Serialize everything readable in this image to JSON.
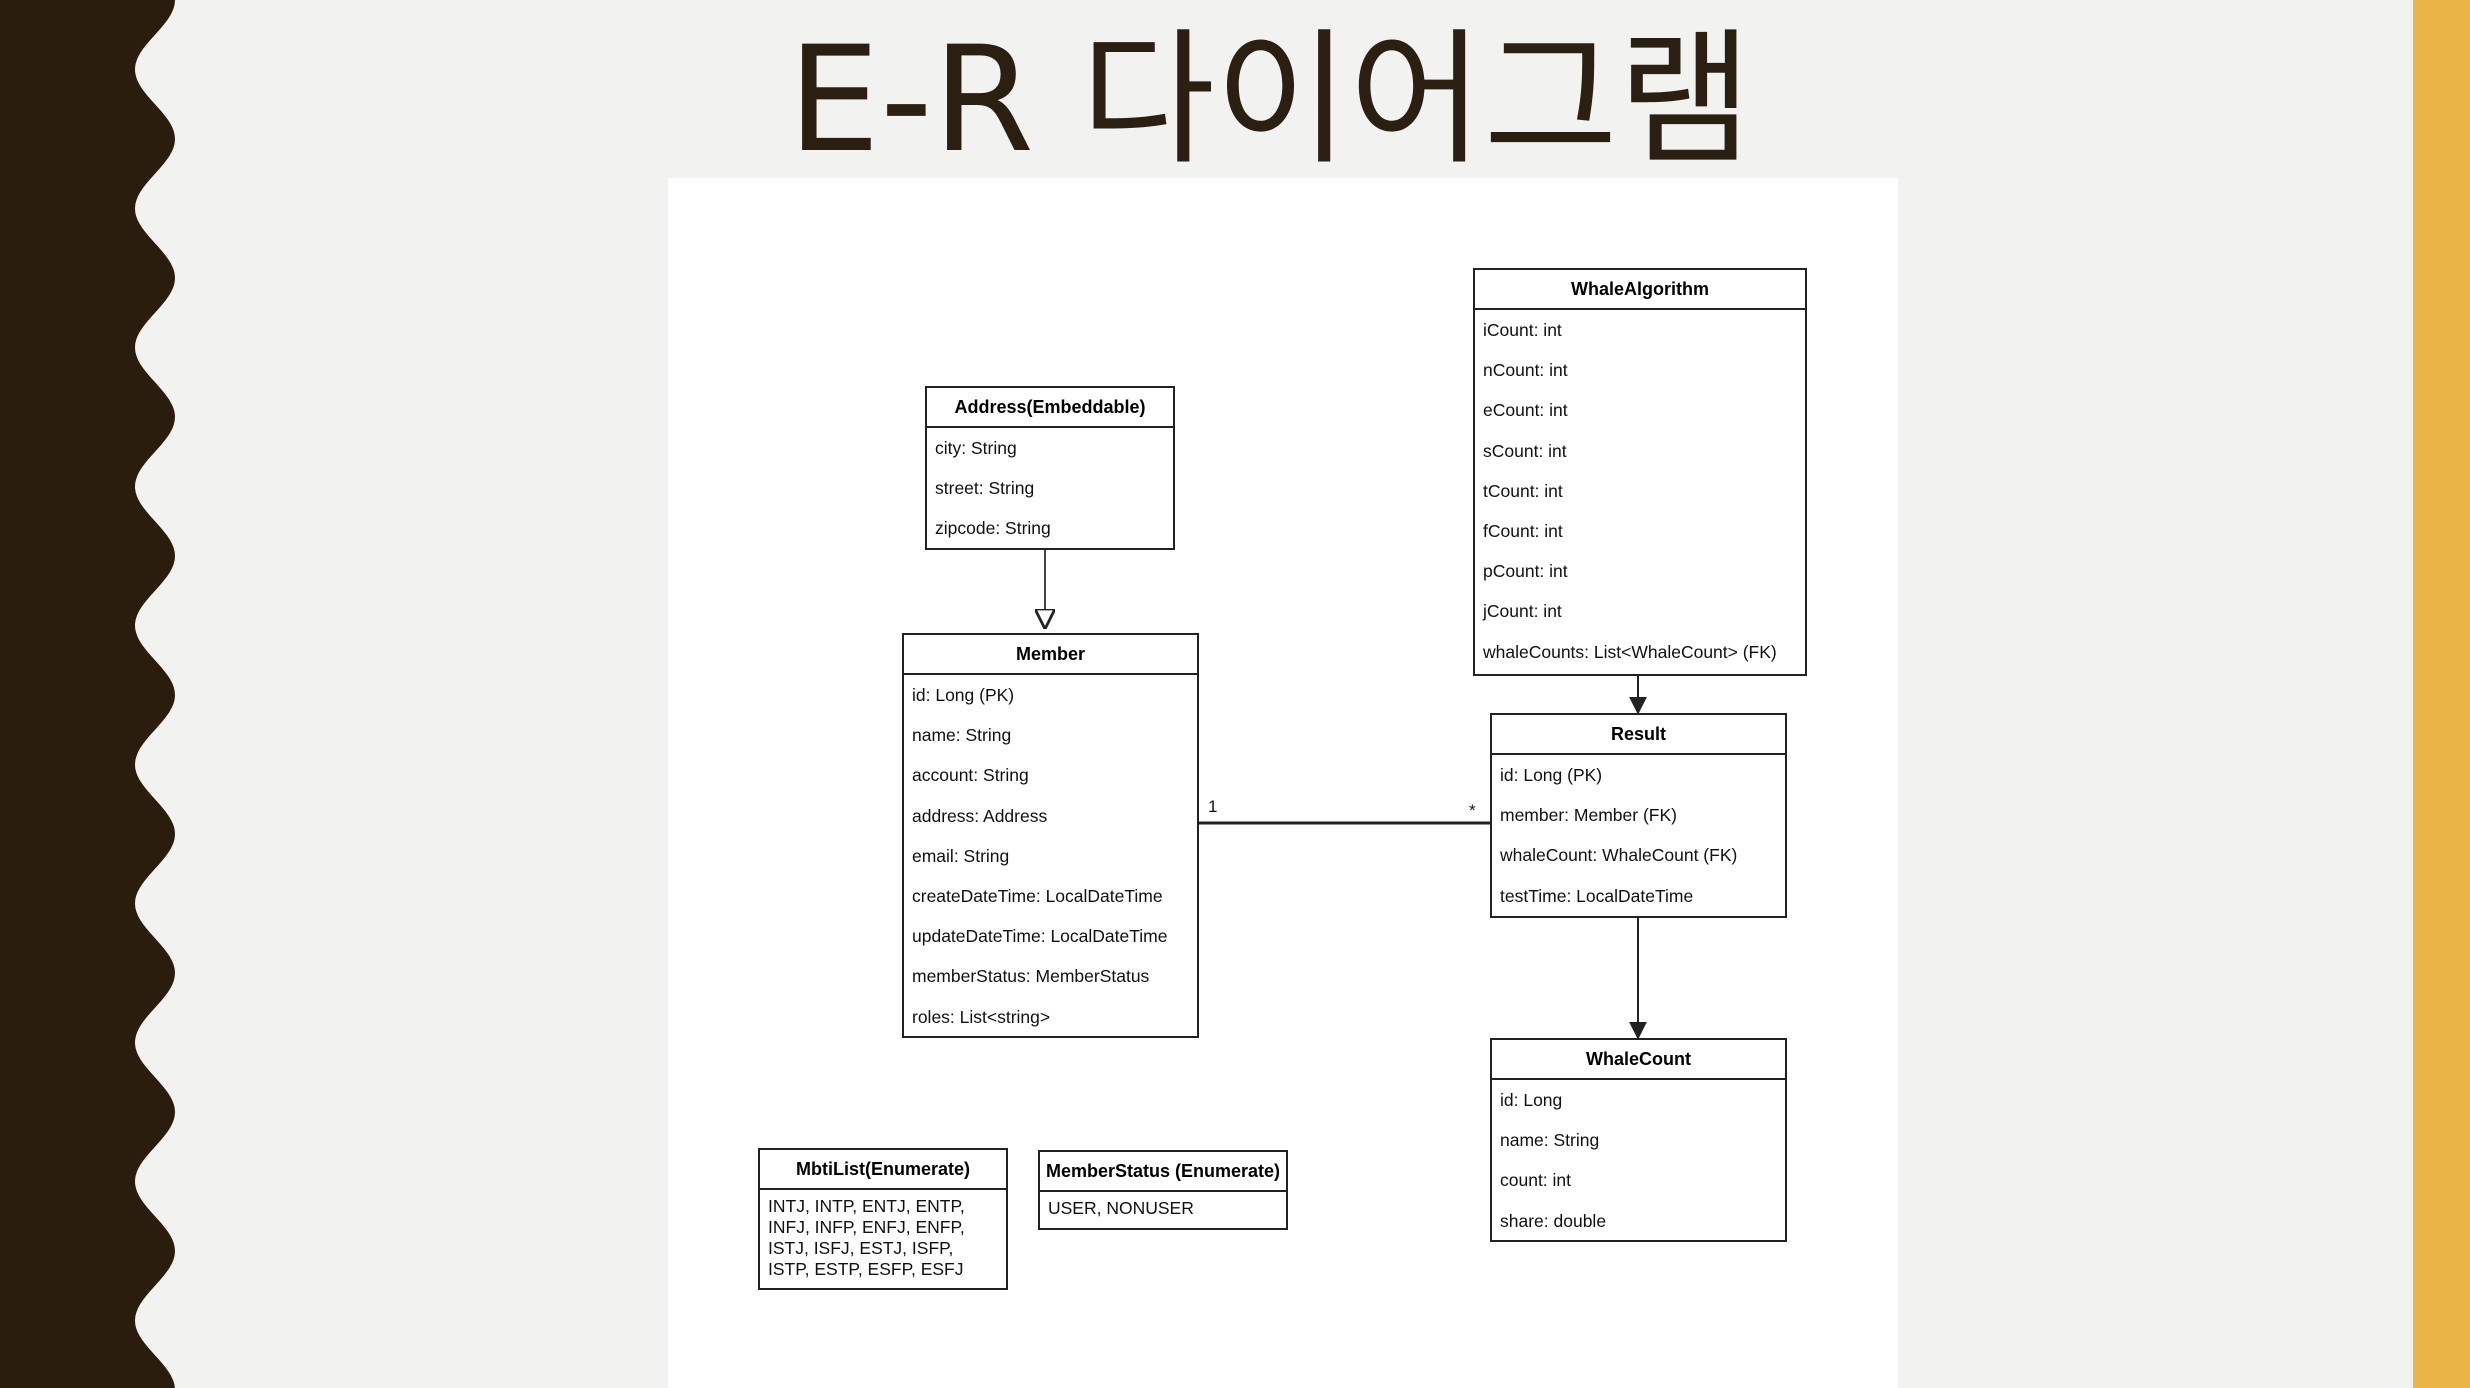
{
  "slide": {
    "title": "E-R 다이어그램"
  },
  "entities": {
    "address": {
      "title": "Address(Embeddable)",
      "fields": [
        "city: String",
        "street: String",
        "zipcode: String"
      ]
    },
    "member": {
      "title": "Member",
      "fields": [
        "id: Long (PK)",
        "name: String",
        "account: String",
        "address: Address",
        "email: String",
        "createDateTime: LocalDateTime",
        "updateDateTime: LocalDateTime",
        "memberStatus: MemberStatus",
        "roles: List<string>"
      ]
    },
    "whale_algorithm": {
      "title": "WhaleAlgorithm",
      "fields": [
        "iCount: int",
        "nCount: int",
        "eCount: int",
        "sCount: int",
        "tCount: int",
        "fCount: int",
        "pCount: int",
        "jCount: int",
        "whaleCounts: List<WhaleCount> (FK)"
      ]
    },
    "result": {
      "title": "Result",
      "fields": [
        "id: Long (PK)",
        "member: Member (FK)",
        "whaleCount: WhaleCount (FK)",
        "testTime: LocalDateTime"
      ]
    },
    "whale_count": {
      "title": "WhaleCount",
      "fields": [
        "id: Long",
        "name: String",
        "count: int",
        "share: double"
      ]
    },
    "mbti_list": {
      "title": "MbtiList(Enumerate)",
      "values": "INTJ, INTP, ENTJ, ENTP,\nINFJ, INFP, ENFJ, ENFP,\nISTJ, ISFJ, ESTJ, ISFP,\nISTP, ESTP, ESFP, ESFJ"
    },
    "member_status": {
      "title": "MemberStatus (Enumerate)",
      "values": "USER, NONUSER"
    }
  },
  "relations": {
    "member_result": {
      "from_multiplicity": "1",
      "to_multiplicity": "*"
    }
  },
  "colors": {
    "accent_bar": "#ebb546",
    "left_wave": "#2b1d0e",
    "background": "#f2f2f1",
    "title": "#2a1f10"
  }
}
